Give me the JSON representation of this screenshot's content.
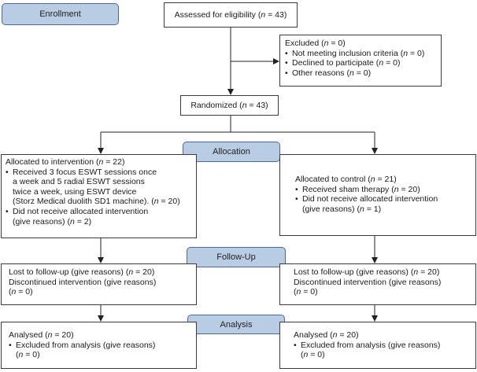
{
  "stages": {
    "enrollment": "Enrollment",
    "allocation": "Allocation",
    "followup": "Follow-Up",
    "analysis": "Analysis"
  },
  "bullet": "•",
  "assessed": {
    "label": "Assessed for eligibility (",
    "n": "n",
    "rest": " = 43)"
  },
  "excluded": {
    "title": "Excluded (",
    "n": "n",
    "title_rest": " = 0)",
    "items": [
      {
        "text": "Not meeting inclusion criteria (",
        "n": "n",
        "rest": " = 0)"
      },
      {
        "text": "Declined to participate (",
        "n": "n",
        "rest": " = 0)"
      },
      {
        "text": "Other reasons (",
        "n": "n",
        "rest": " = 0)"
      }
    ]
  },
  "randomized": {
    "label": "Randomized (",
    "n": "n",
    "rest": " = 43)"
  },
  "intervention": {
    "title": "Allocated to intervention (",
    "n": "n",
    "title_rest": " = 22)",
    "item1": {
      "l1": "Received 3 focus ESWT sessions once",
      "l2": "a week and 5 radial ESWT sessions",
      "l3": "twice a week, using ESWT device",
      "l4": "(Storz Medical duolith SD1 machine). (",
      "n": "n",
      "rest": " = 20)"
    },
    "item2": {
      "l1": "Did not receive allocated intervention",
      "l2": "(give reasons) (",
      "n": "n",
      "rest": " = 2)"
    }
  },
  "control": {
    "title": "Allocated to control (",
    "n": "n",
    "title_rest": " = 21)",
    "item1": {
      "text": "Received sham therapy (",
      "n": "n",
      "rest": " = 20)"
    },
    "item2": {
      "l1": "Did not receive allocated intervention",
      "l2": "(give reasons) (",
      "n": "n",
      "rest": " = 1)"
    }
  },
  "followup_left": {
    "l1": "Lost to follow-up (give reasons) (",
    "n1": "n",
    "r1": " = 20)",
    "l2": "Discontinued intervention (give reasons)",
    "l3": "(",
    "n3": "n",
    "r3": " = 0)"
  },
  "followup_right": {
    "l1": "Lost to follow-up (give reasons) (",
    "n1": "n",
    "r1": " = 20)",
    "l2": "Discontinued intervention (give reasons)",
    "l3": "(",
    "n3": "n",
    "r3": " = 0)"
  },
  "analysis_left": {
    "l1": "Analysed  (",
    "n1": "n",
    "r1": " = 20)",
    "l2": "Excluded from analysis (give reasons)",
    "l3": "(",
    "n3": "n",
    "r3": " = 0)"
  },
  "analysis_right": {
    "l1": "Analysed (",
    "n1": "n",
    "r1": " = 20)",
    "l2": "Excluded from analysis (give reasons)",
    "l3": "(",
    "n3": "n",
    "r3": " = 0)"
  }
}
